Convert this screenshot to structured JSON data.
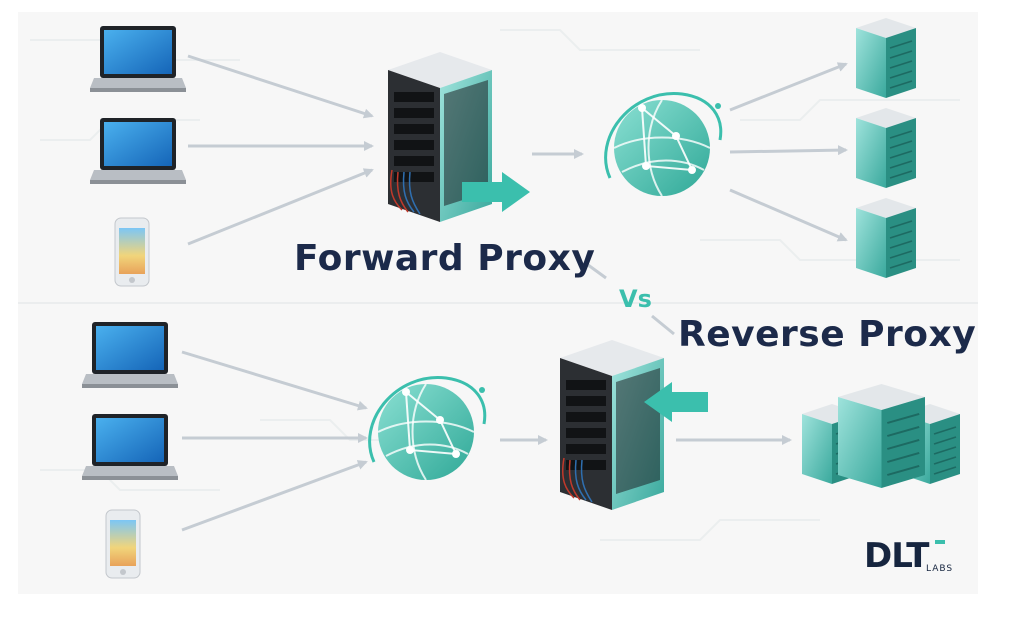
{
  "titles": {
    "forward": "Forward Proxy",
    "vs": "Vs",
    "reverse": "Reverse Proxy"
  },
  "logo": {
    "main": "DLT",
    "sub": "LABS"
  },
  "colors": {
    "teal": "#3bbfad",
    "navy": "#1c2a4a",
    "arrow": "#c5ccd3"
  }
}
